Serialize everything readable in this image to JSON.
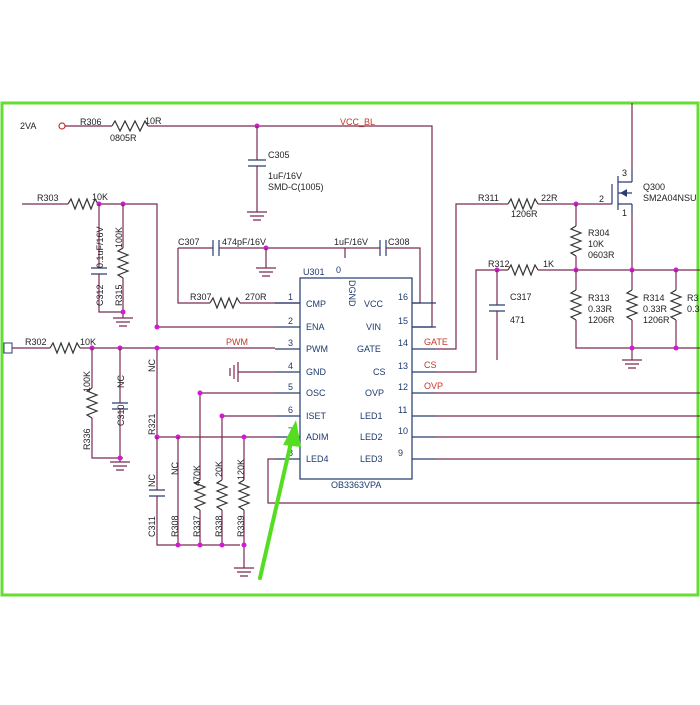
{
  "colors": {
    "frame": "#66dd33",
    "wire": "#7a2a52",
    "junction": "#d11ad1",
    "net_label": "#c0392b",
    "chip_text": "#1e3a6e",
    "arrow": "#55dd22"
  },
  "ic": {
    "ref": "U301",
    "part": "OB3363VPA",
    "dgnd": "DGND",
    "zero": "0",
    "left_pins": [
      {
        "num": "1",
        "name": "CMP"
      },
      {
        "num": "2",
        "name": "ENA"
      },
      {
        "num": "3",
        "name": "PWM"
      },
      {
        "num": "4",
        "name": "GND"
      },
      {
        "num": "5",
        "name": "OSC"
      },
      {
        "num": "6",
        "name": "ISET"
      },
      {
        "num": "7",
        "name": "ADIM"
      },
      {
        "num": "8",
        "name": "LED4"
      }
    ],
    "right_pins": [
      {
        "num": "16",
        "name": "VCC"
      },
      {
        "num": "15",
        "name": "VIN"
      },
      {
        "num": "14",
        "name": "GATE"
      },
      {
        "num": "13",
        "name": "CS"
      },
      {
        "num": "12",
        "name": "OVP"
      },
      {
        "num": "11",
        "name": "LED1"
      },
      {
        "num": "10",
        "name": "LED2"
      },
      {
        "num": "9",
        "name": "LED3"
      }
    ]
  },
  "nets": {
    "in_2va": "2VA",
    "vcc_bl": "VCC_BL",
    "pwm": "PWM",
    "gate": "GATE",
    "cs": "CS",
    "ovp": "OVP"
  },
  "components": {
    "r306": {
      "ref": "R306",
      "value": "10R",
      "pkg": "0805R"
    },
    "c305": {
      "ref": "C305",
      "value": "1uF/16V",
      "pkg": "SMD-C(1005)"
    },
    "r303": {
      "ref": "R303",
      "value": "10K"
    },
    "c312": {
      "ref": "C312",
      "value": "0.1uF/16V"
    },
    "r315": {
      "ref": "R315",
      "value": "100K"
    },
    "c307": {
      "ref": "C307",
      "value": "474pF/16V"
    },
    "c308": {
      "ref": "C308",
      "value": "1uF/16V"
    },
    "r307": {
      "ref": "R307",
      "value": "270R"
    },
    "r302": {
      "ref": "R302",
      "value": "10K"
    },
    "r336": {
      "ref": "R336",
      "value": "100K"
    },
    "c310": {
      "ref": "C310",
      "value": "NC"
    },
    "r321": {
      "ref": "R321",
      "value": "NC"
    },
    "c311": {
      "ref": "C311",
      "value": "NC"
    },
    "r308": {
      "ref": "R308",
      "value": "NC"
    },
    "r337": {
      "ref": "R337",
      "value": "470K"
    },
    "r338": {
      "ref": "R338",
      "value": "20K"
    },
    "r339": {
      "ref": "R339",
      "value": "120K"
    },
    "r311": {
      "ref": "R311",
      "value": "22R",
      "pkg": "1206R"
    },
    "r304": {
      "ref": "R304",
      "value": "10K",
      "pkg": "0603R"
    },
    "r312": {
      "ref": "R312",
      "value": "1K"
    },
    "c317": {
      "ref": "C317",
      "value": "471"
    },
    "r313": {
      "ref": "R313",
      "value": "0.33R",
      "pkg": "1206R"
    },
    "r314": {
      "ref": "R314",
      "value": "0.33R",
      "pkg": "1206R"
    },
    "r3x": {
      "ref": "R3",
      "value": "0.3"
    },
    "q300": {
      "ref": "Q300",
      "part": "SM2A04NSU",
      "pin_gate": "2",
      "pin_drain": "3",
      "pin_source": "1"
    }
  }
}
